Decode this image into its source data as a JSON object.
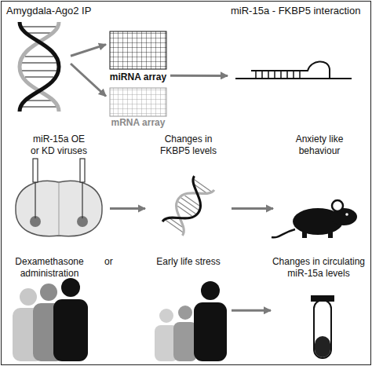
{
  "diagram": {
    "nodes": [
      {
        "text": [
          "Amygdala-Ago2 IP"
        ]
      },
      {
        "text": [
          "miRNA array"
        ]
      },
      {
        "text": [
          "mRNA array"
        ]
      },
      {
        "text": [
          "miR-15a - FKBP5 interaction"
        ]
      },
      {
        "text": [
          "miR-15a OE or KD viruses"
        ]
      },
      {
        "text": [
          "Changes in FKBP5 levels"
        ]
      },
      {
        "text": [
          "Anxiety like behaviour"
        ]
      },
      {
        "text": [
          "Dexamethasone administration"
        ]
      },
      {
        "text": [
          "Early life stress"
        ]
      },
      {
        "text": [
          "Changes in circulating miR-15a levels"
        ]
      }
    ],
    "edges": [
      {
        "from": 0,
        "to": 1,
        "arrow": "to"
      },
      {
        "from": 0,
        "to": 2,
        "arrow": "to"
      },
      {
        "from": 1,
        "to": 3,
        "arrow": "to"
      },
      {
        "from": 4,
        "to": 5,
        "arrow": "to"
      },
      {
        "from": 5,
        "to": 6,
        "arrow": "to"
      },
      {
        "from": 8,
        "to": 9,
        "arrow": "to"
      }
    ],
    "labels": [
      "or"
    ]
  }
}
